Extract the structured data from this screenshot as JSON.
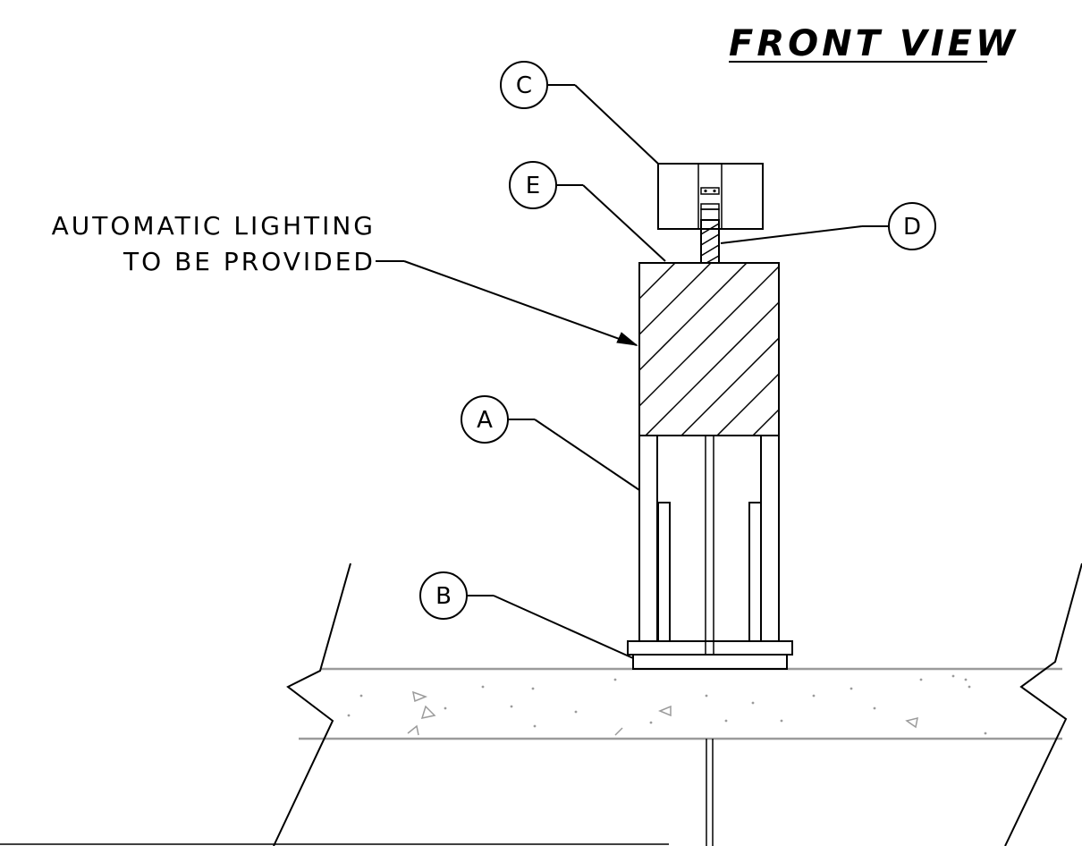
{
  "title": "FRONT VIEW",
  "note": {
    "line1": "AUTOMATIC LIGHTING",
    "line2": "TO BE PROVIDED"
  },
  "callouts": {
    "a": "A",
    "b": "B",
    "c": "C",
    "d": "D",
    "e": "E"
  }
}
